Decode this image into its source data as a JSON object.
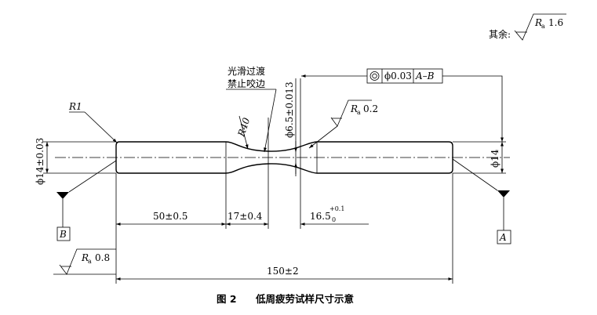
{
  "surface_finish": {
    "general_prefix": "其余:",
    "general_symbol": "R",
    "general_subscript": "a",
    "general_value": "1.6",
    "neck_symbol": "R",
    "neck_subscript": "a",
    "neck_value": "0.2",
    "base_symbol": "R",
    "base_subscript": "a",
    "base_value": "0.8"
  },
  "notes": {
    "transition_line1": "光滑过渡",
    "transition_line2": "禁止咬边"
  },
  "tolerance_frame": {
    "symbol": "◎",
    "value": "ϕ0.03",
    "datum": "A–B"
  },
  "dimensions": {
    "left_diameter": "ϕ14±0.03",
    "right_diameter": "ϕ14",
    "neck_diameter": "ϕ6.5±0.013",
    "fillet_radius": "R1",
    "arc_radius": "R40",
    "len_left": "50±0.5",
    "len_transition": "17±0.4",
    "len_half_neck_base": "16.5",
    "len_half_neck_upper": "+0.1",
    "len_half_neck_lower": "0",
    "total_length": "150±2"
  },
  "datums": {
    "left": "B",
    "right": "A"
  },
  "caption": {
    "number": "图 2",
    "text": "低周疲劳试样尺寸示意"
  }
}
